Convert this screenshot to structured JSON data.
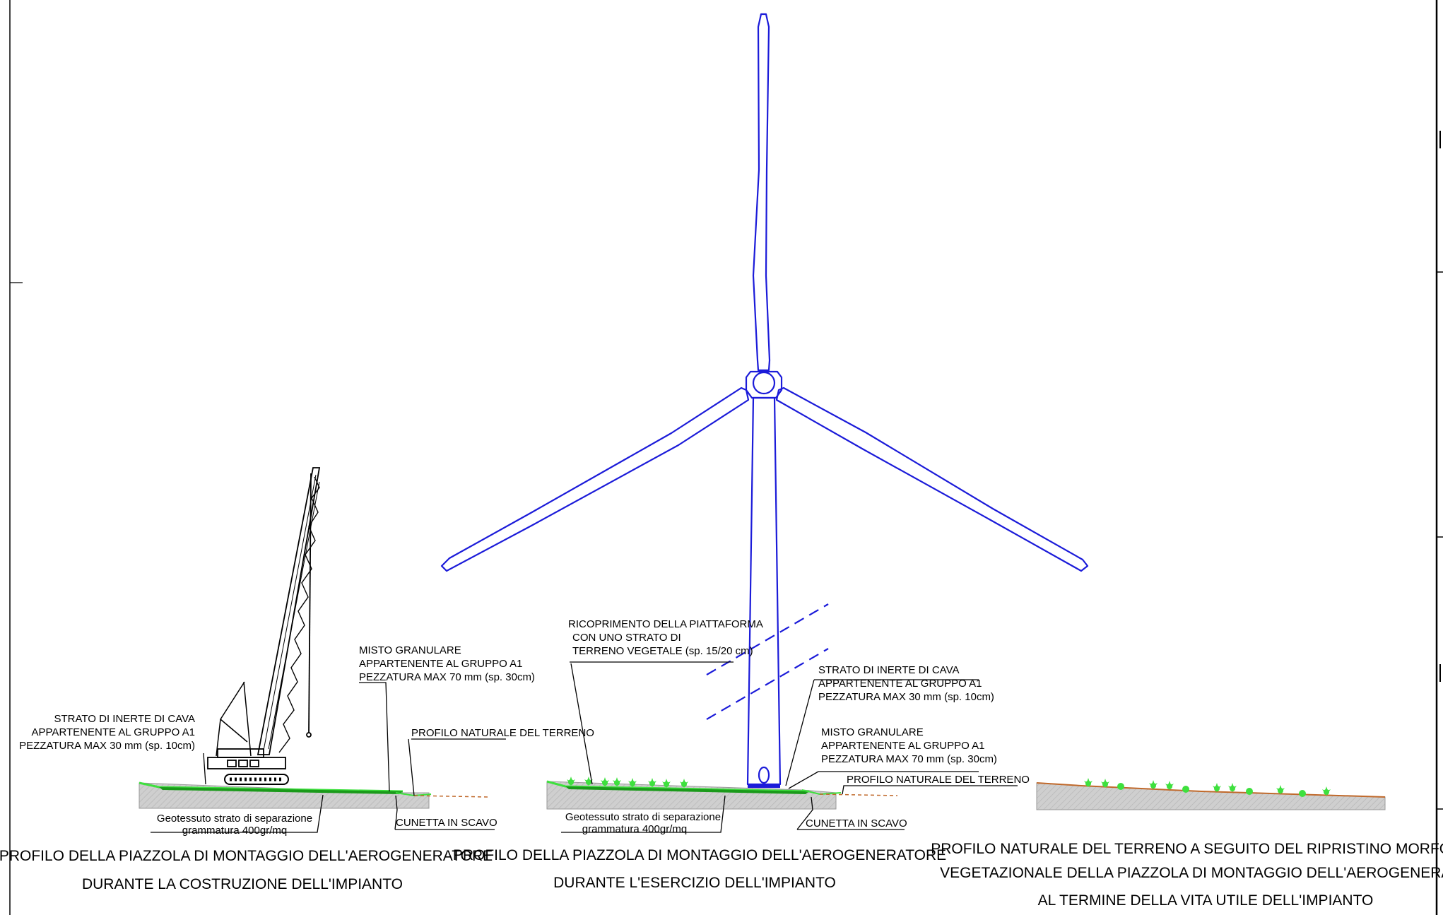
{
  "colors": {
    "turbine": "#1b1bd9",
    "vegetation": "#3ee03e",
    "gravel": "#1a9a1a",
    "natural_profile": "#c0692b",
    "soil": "#c9c9c9"
  },
  "icons": [
    "wind-turbine-icon",
    "crawler-crane-icon",
    "shrub-icon"
  ],
  "profile_construction": {
    "label_inerte": [
      "STRATO DI INERTE DI CAVA",
      "APPARTENENTE AL GRUPPO A1",
      "PEZZATURA MAX 30 mm (sp. 10cm)"
    ],
    "label_misto": [
      "MISTO GRANULARE",
      "APPARTENENTE AL GRUPPO A1",
      "PEZZATURA MAX 70 mm (sp. 30cm)"
    ],
    "label_profilo": "PROFILO NATURALE DEL TERRENO",
    "label_geotessuto": [
      "Geotessuto strato di separazione",
      "grammatura 400gr/mq"
    ],
    "label_cunetta": "CUNETTA IN SCAVO",
    "caption": [
      "PROFILO DELLA PIAZZOLA DI MONTAGGIO DELL'AEROGENERATORE",
      "DURANTE LA COSTRUZIONE DELL'IMPIANTO"
    ]
  },
  "profile_operation": {
    "label_ricoprimento": [
      "RICOPRIMENTO DELLA PIATTAFORMA",
      "CON UNO STRATO DI",
      "TERRENO VEGETALE (sp. 15/20 cm)"
    ],
    "label_inerte": [
      "STRATO DI INERTE DI CAVA",
      "APPARTENENTE AL GRUPPO A1",
      "PEZZATURA MAX 30 mm (sp. 10cm)"
    ],
    "label_misto": [
      "MISTO GRANULARE",
      "APPARTENENTE AL GRUPPO A1",
      "PEZZATURA MAX 70 mm (sp. 30cm)"
    ],
    "label_profilo": "PROFILO NATURALE DEL TERRENO",
    "label_geotessuto": [
      "Geotessuto strato di separazione",
      "grammatura 400gr/mq"
    ],
    "label_cunetta": "CUNETTA IN SCAVO",
    "caption": [
      "PROFILO DELLA PIAZZOLA DI MONTAGGIO DELL'AEROGENERATORE",
      "DURANTE L'ESERCIZIO DELL'IMPIANTO"
    ]
  },
  "profile_restoration": {
    "caption": [
      "PROFILO NATURALE DEL TERRENO A SEGUITO DEL RIPRISTINO MORFOLOGICO",
      "VEGETAZIONALE DELLA PIAZZOLA DI MONTAGGIO DELL'AEROGENERATORE",
      "AL TERMINE DELLA VITA UTILE DELL'IMPIANTO"
    ]
  }
}
